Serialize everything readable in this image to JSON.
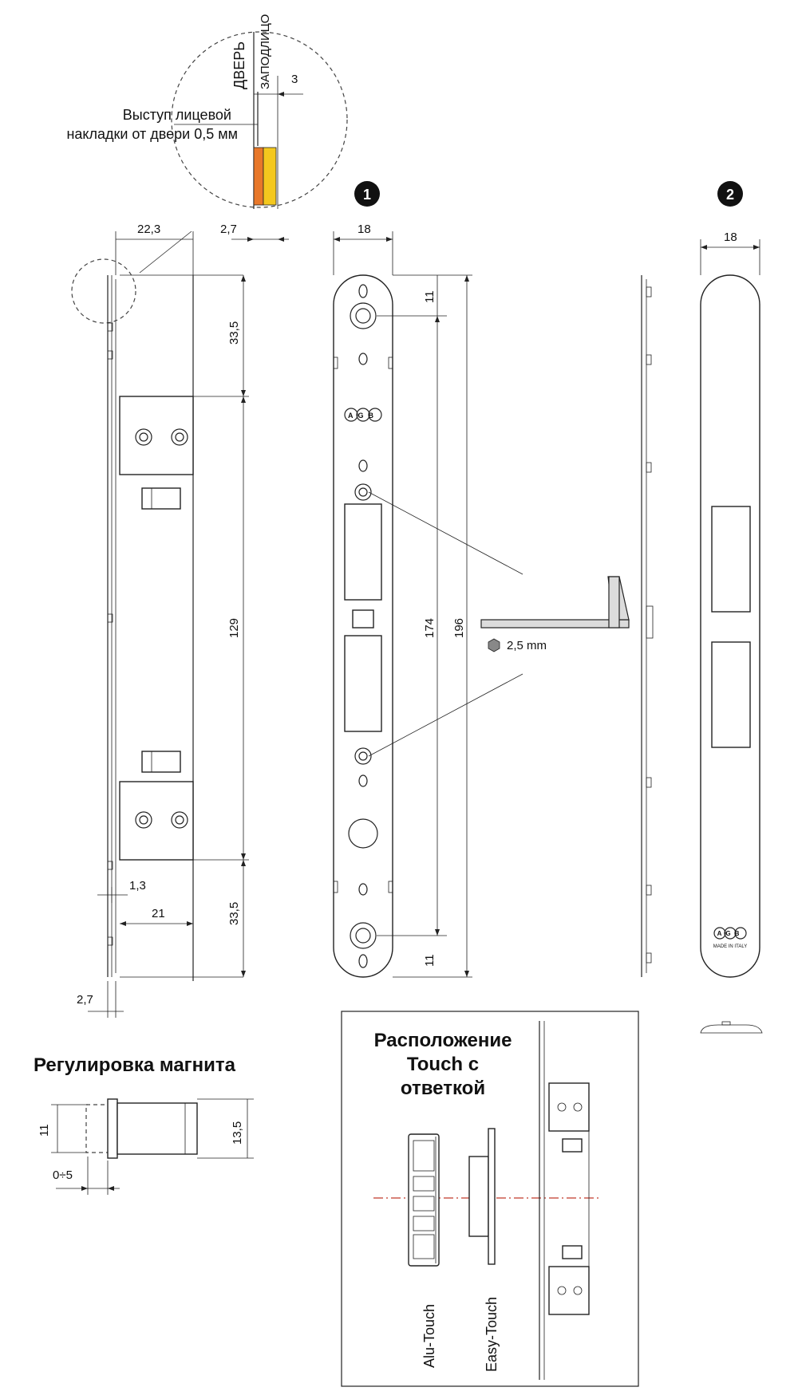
{
  "labels": {
    "door": "ДВЕРЬ",
    "flush": "ЗАПОДЛИЦО",
    "protrusion_1": "Выступ лицевой",
    "protrusion_2": "накладки от двери 0,5 мм",
    "hex_key": "2,5 mm",
    "magnet_title": "Регулировка магнита",
    "touch_title_1": "Расположение",
    "touch_title_2": "Touch с",
    "touch_title_3": "ответкой",
    "alu_touch": "Alu-Touch",
    "easy_touch": "Easy-Touch",
    "brand": "AGB",
    "made_in": "MADE IN ITALY"
  },
  "markers": {
    "first": "1",
    "second": "2"
  },
  "dimensions": {
    "detail_offset": "3",
    "depth_22_3": "22,3",
    "thickness_top": "2,7",
    "height_33_5_top": "33,5",
    "height_129": "129",
    "lip_1_3": "1,3",
    "width_21": "21",
    "height_33_5_bottom": "33,5",
    "thickness_bottom": "2,7",
    "plate_width": "18",
    "hole_top_11": "11",
    "hole_bottom_11": "11",
    "length_174": "174",
    "length_196": "196",
    "cover_width": "18",
    "magnet_11": "11",
    "magnet_13_5": "13,5",
    "magnet_range": "0÷5"
  },
  "colors": {
    "line": "#222222",
    "orange": "#E8782A",
    "yellow": "#F4C81E",
    "centerline": "#C0392B"
  }
}
